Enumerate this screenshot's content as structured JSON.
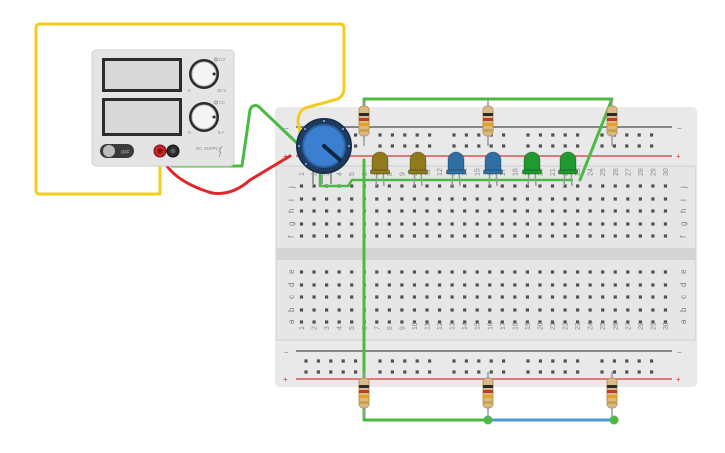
{
  "power_supply": {
    "switch_label": "OFF",
    "knob_top_unit": "V",
    "knob_top_min": "0",
    "knob_top_max": "30 V",
    "knob_top_cv": "CV",
    "knob_bottom_min": "0",
    "knob_bottom_max": "5 A",
    "knob_bottom_cc": "CC",
    "model_text": "DC SUPPLY"
  },
  "breadboard": {
    "minus_sign": "−",
    "plus_sign": "+",
    "column_numbers": [
      "1",
      "2",
      "3",
      "4",
      "5",
      "6",
      "7",
      "8",
      "9",
      "10",
      "11",
      "12",
      "13",
      "14",
      "15",
      "16",
      "17",
      "18",
      "19",
      "20",
      "21",
      "22",
      "23",
      "24",
      "25",
      "26",
      "27",
      "28",
      "29",
      "30"
    ],
    "top_rows": [
      "j",
      "i",
      "h",
      "g",
      "f"
    ],
    "bottom_rows": [
      "e",
      "d",
      "c",
      "b",
      "a"
    ]
  },
  "components": {
    "leds": [
      {
        "color": "olive",
        "hex": "#8f7a1e"
      },
      {
        "color": "olive",
        "hex": "#8f7a1e"
      },
      {
        "color": "blue",
        "hex": "#2f6fa3"
      },
      {
        "color": "blue",
        "hex": "#2f6fa3"
      },
      {
        "color": "green",
        "hex": "#1f9a2f"
      },
      {
        "color": "green",
        "hex": "#1f9a2f"
      }
    ],
    "potentiometer_color": "#3b7fd0",
    "wire_colors": {
      "yellow": "#f2cd1f",
      "green": "#4cb944",
      "red": "#e0262a",
      "blue": "#4b9ad6"
    }
  }
}
